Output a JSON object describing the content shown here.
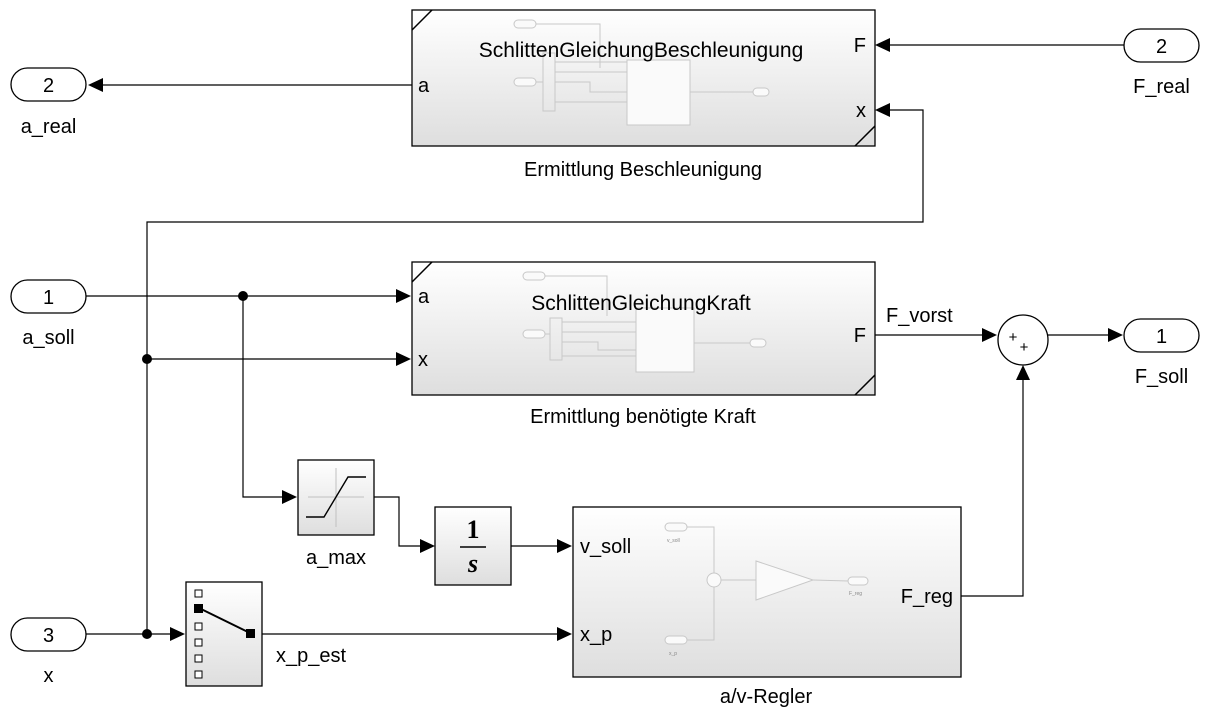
{
  "blocks": {
    "beschleunigung": {
      "title": "SchlittenGleichungBeschleunigung",
      "caption": "Ermittlung Beschleunigung",
      "port_a": "a",
      "port_F": "F",
      "port_x": "x"
    },
    "kraft": {
      "title": "SchlittenGleichungKraft",
      "caption": "Ermittlung benötigte Kraft",
      "port_a": "a",
      "port_x": "x",
      "port_F": "F"
    },
    "regler": {
      "caption": "a/v-Regler",
      "port_v_soll": "v_soll",
      "port_x_p": "x_p",
      "port_F_reg": "F_reg",
      "inner_v_soll": "v_soll",
      "inner_x_p": "x_p",
      "inner_F_reg": "F_reg"
    },
    "sat": {
      "caption": "a_max"
    },
    "integrator": {
      "numerator": "1",
      "denominator": "s"
    },
    "sum": {
      "sign1": "+",
      "sign2": "+"
    }
  },
  "inports": [
    {
      "number": "1",
      "name": "a_soll"
    },
    {
      "number": "3",
      "name": "x"
    },
    {
      "number": "2",
      "name": "F_real"
    }
  ],
  "outports": [
    {
      "number": "2",
      "name": "a_real"
    },
    {
      "number": "1",
      "name": "F_soll"
    }
  ],
  "signals": {
    "f_vorst": "F_vorst",
    "x_p_est": "x_p_est"
  }
}
